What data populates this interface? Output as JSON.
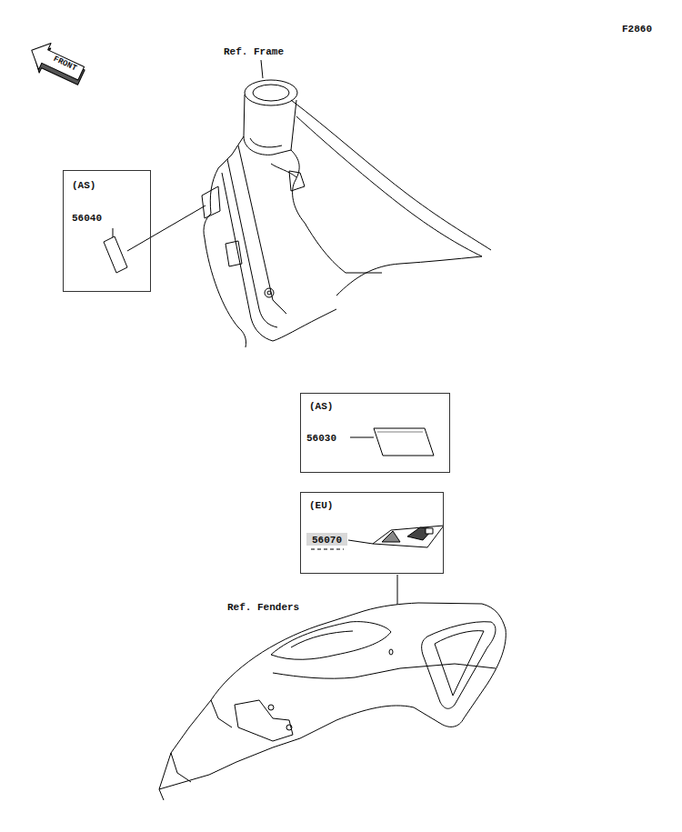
{
  "diagram": {
    "nodes": [
      {
        "text": [
          "(AS)",
          "56040"
        ]
      },
      {
        "text": [
          "(AS)",
          "56030"
        ]
      },
      {
        "text": [
          "(EU)",
          "56070"
        ]
      }
    ],
    "labels": [
      "F2860",
      "FRONT",
      "Ref. Frame",
      "Ref. Fenders"
    ]
  }
}
